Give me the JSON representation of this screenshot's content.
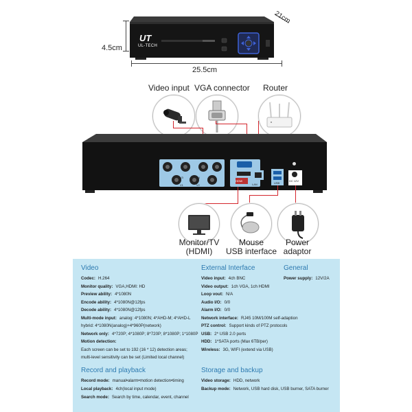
{
  "top_device": {
    "logo_mark": "UT",
    "logo_text": "UL-TECH",
    "dim_height": "4.5cm",
    "dim_depth": "21cm",
    "dim_width": "25.5cm"
  },
  "inputs": {
    "video_input": "Video input",
    "vga_connector": "VGA connector",
    "router": "Router"
  },
  "rear_ports": {
    "ch_labels": [
      "V1",
      "V2",
      "V3",
      "V4"
    ],
    "hdmi": "HDMI",
    "lan": "LAN",
    "usb": "USB",
    "dc": "DC 12V"
  },
  "outputs": {
    "monitor_line1": "Monitor/TV",
    "monitor_line2": "(HDMI)",
    "mouse_line1": "Mouse",
    "mouse_line2": "USB interface",
    "power_line1": "Power",
    "power_line2": "adaptor"
  },
  "specs": {
    "video": {
      "title": "Video",
      "rows": [
        {
          "k": "Codec:",
          "v": "H.264"
        },
        {
          "k": "Monitor quality:",
          "v": "VGA,HDMI: HD"
        },
        {
          "k": "Preview ability:",
          "v": "4*1080N"
        },
        {
          "k": "Encode ability:",
          "v": "4*1080N@12fps"
        },
        {
          "k": "Decode ability:",
          "v": "4*1080N@12fps"
        },
        {
          "k": "Multi-mode input:",
          "v": "analog: 4*1080N; 4*AHD-M; 4*AHD-L"
        },
        {
          "k": "",
          "v": "hybrid: 4*1080N(analog)+4*960P(network)"
        },
        {
          "k": "Network only:",
          "v": "4*720P; 4*1080P; 8*720P; 8*1080P; 1*1080P"
        },
        {
          "k": "Motion detection:",
          "v": ""
        },
        {
          "k": "",
          "v": "Each screen can be set to 192 (16 * 12) detection areas;"
        },
        {
          "k": "",
          "v": "multi-level sensitivity can be set (Limited local channel)"
        }
      ]
    },
    "external": {
      "title": "External Interface",
      "rows": [
        {
          "k": "Video input:",
          "v": "4ch BNC"
        },
        {
          "k": "Video output:",
          "v": "1ch VGA, 1ch HDMI"
        },
        {
          "k": "Loop vout:",
          "v": "N/A"
        },
        {
          "k": "Audio I/O:",
          "v": "0/0"
        },
        {
          "k": "Alarm I/O:",
          "v": "0/0"
        },
        {
          "k": "Network interface:",
          "v": "RJ45 10M/100M self-adaption"
        },
        {
          "k": "PTZ control:",
          "v": "Support kinds of PTZ protocols"
        },
        {
          "k": "USB:",
          "v": "2* USB 2.0 ports"
        },
        {
          "k": "HDD:",
          "v": "1*SATA ports (Max 6TB/per)"
        },
        {
          "k": "Wireless:",
          "v": "3G, WIFI (extend via USB)"
        }
      ]
    },
    "general": {
      "title": "General",
      "rows": [
        {
          "k": "Power supply:",
          "v": "12V/2A"
        }
      ]
    },
    "record": {
      "title": "Record and playback",
      "rows": [
        {
          "k": "Record mode:",
          "v": "manual•alarm•motion detection•timing"
        },
        {
          "k": "Local playback:",
          "v": "4ch(local input mode)"
        },
        {
          "k": "Search mode:",
          "v": "Search by time, calendar, event, channel"
        }
      ]
    },
    "storage": {
      "title": "Storage and backup",
      "rows": [
        {
          "k": "Video storage:",
          "v": "HDD, network"
        },
        {
          "k": "Backup mode:",
          "v": "Network, USB hard disk, USB burner, SATA burner"
        }
      ]
    }
  },
  "colors": {
    "accent_red": "#d3242b",
    "panel_blue": "#c5e6f3",
    "title_blue": "#2d7ab0",
    "port_blue": "#9ec9e6"
  }
}
